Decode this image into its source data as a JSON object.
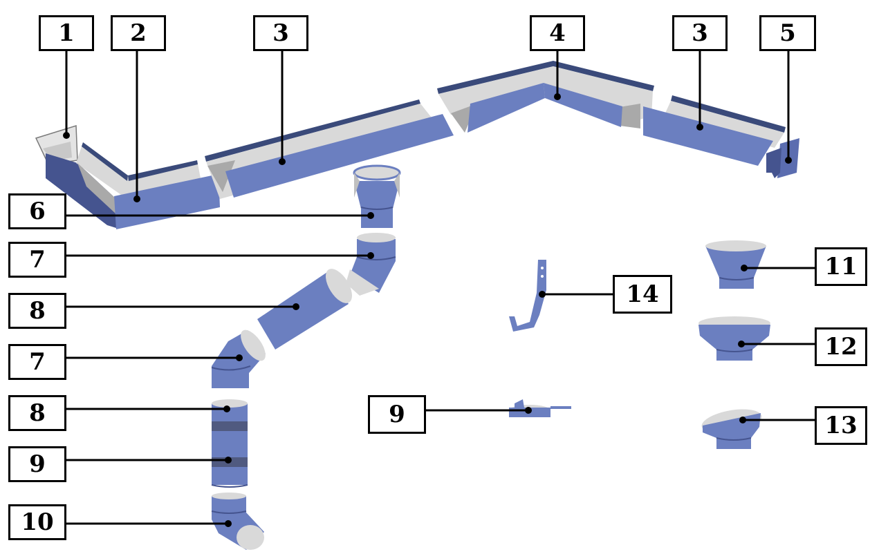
{
  "diagram": {
    "labels": {
      "l1": "1",
      "l2": "2",
      "l3a": "3",
      "l4": "4",
      "l3b": "3",
      "l5": "5",
      "l6": "6",
      "l7a": "7",
      "l8a": "8",
      "l7b": "7",
      "l8b": "8",
      "l9a": "9",
      "l10": "10",
      "l9b": "9",
      "l14": "14",
      "l11": "11",
      "l12": "12",
      "l13": "13"
    },
    "colors": {
      "metal_blue": "#6b7fc0",
      "metal_dark": "#45548f",
      "inner_gray": "#d9d9d9",
      "shadow_gray": "#a9a9a9",
      "edge_navy": "#3a4a7a",
      "band": "#505a80",
      "line": "#000000"
    }
  }
}
